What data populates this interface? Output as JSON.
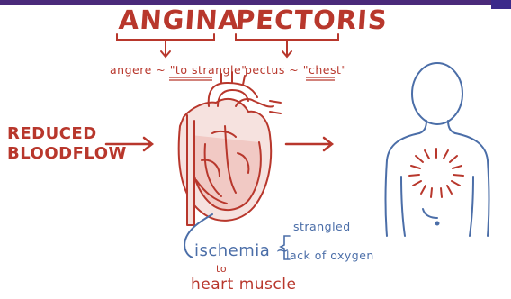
{
  "colors": {
    "red": "#b8372c",
    "blue": "#4b6ea8",
    "topbar": "#4a2a7a"
  },
  "title": {
    "word1": "ANGINA",
    "word2": "PECTORIS"
  },
  "etymology": {
    "angina_prefix": "angere ~ ",
    "angina_meaning": "\"to strangle\"",
    "pectoris_prefix": "pectus ~ ",
    "pectoris_meaning": "\"chest\""
  },
  "left_label": {
    "line1": "REDUCED",
    "line2": "BLOODFLOW"
  },
  "ischemia": {
    "word": "ischemia ~",
    "strangled": "strangled",
    "lack": "lack of oxygen",
    "to": "to",
    "heart_muscle": "heart muscle"
  },
  "icons": {
    "heart": "heart-illustration-icon",
    "body": "human-torso-icon",
    "pain": "chest-pain-rays-icon"
  }
}
